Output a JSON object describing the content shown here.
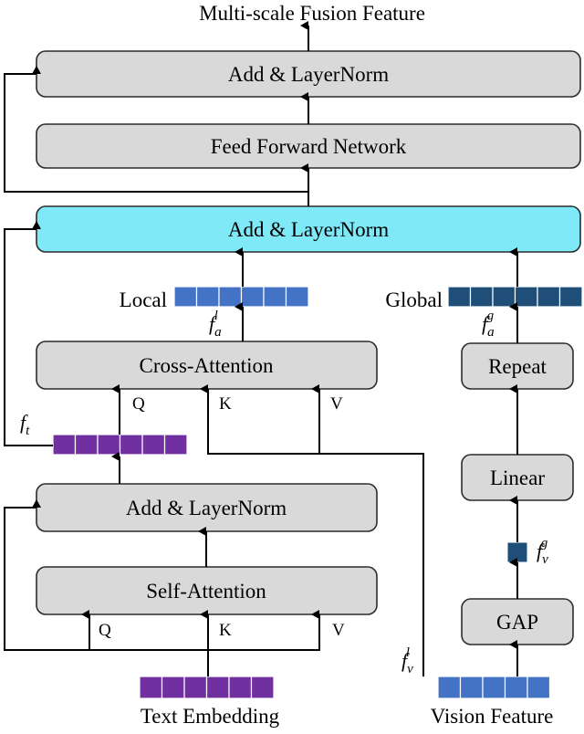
{
  "title": "Multi-scale Fusion Feature",
  "blocks": {
    "top_norm": "Add & LayerNorm",
    "ffn": "Feed Forward Network",
    "fusion_norm": "Add & LayerNorm",
    "cross_attention": "Cross-Attention",
    "text_norm": "Add & LayerNorm",
    "self_attention": "Self-Attention",
    "repeat": "Repeat",
    "linear": "Linear",
    "gap": "GAP"
  },
  "inputs": {
    "text": "Text Embedding",
    "vision": "Vision Feature"
  },
  "labels": {
    "local": "Local",
    "global": "Global"
  },
  "ports": {
    "cross_q": "Q",
    "cross_k": "K",
    "cross_v": "V",
    "self_q": "Q",
    "self_k": "K",
    "self_v": "V"
  },
  "features": {
    "f": "f",
    "f_a_local_sub": "a",
    "f_a_local_sup": "l",
    "f_a_global_sub": "a",
    "f_a_global_sup": "g",
    "f_t_sub": "t",
    "f_v_global_sub": "v",
    "f_v_global_sup": "g",
    "f_v_local_sub": "v",
    "f_v_local_sup": "l"
  },
  "colors": {
    "box": "#d9d9d9",
    "highlight_box": "#7fe9f7",
    "local_token": "#4472c4",
    "global_token": "#1f4e79",
    "text_token": "#7030a0",
    "vision_token": "#4472c4",
    "global_pool_token": "#1f4e79"
  },
  "icons": {
    "arrow": "arrow-up-icon"
  }
}
